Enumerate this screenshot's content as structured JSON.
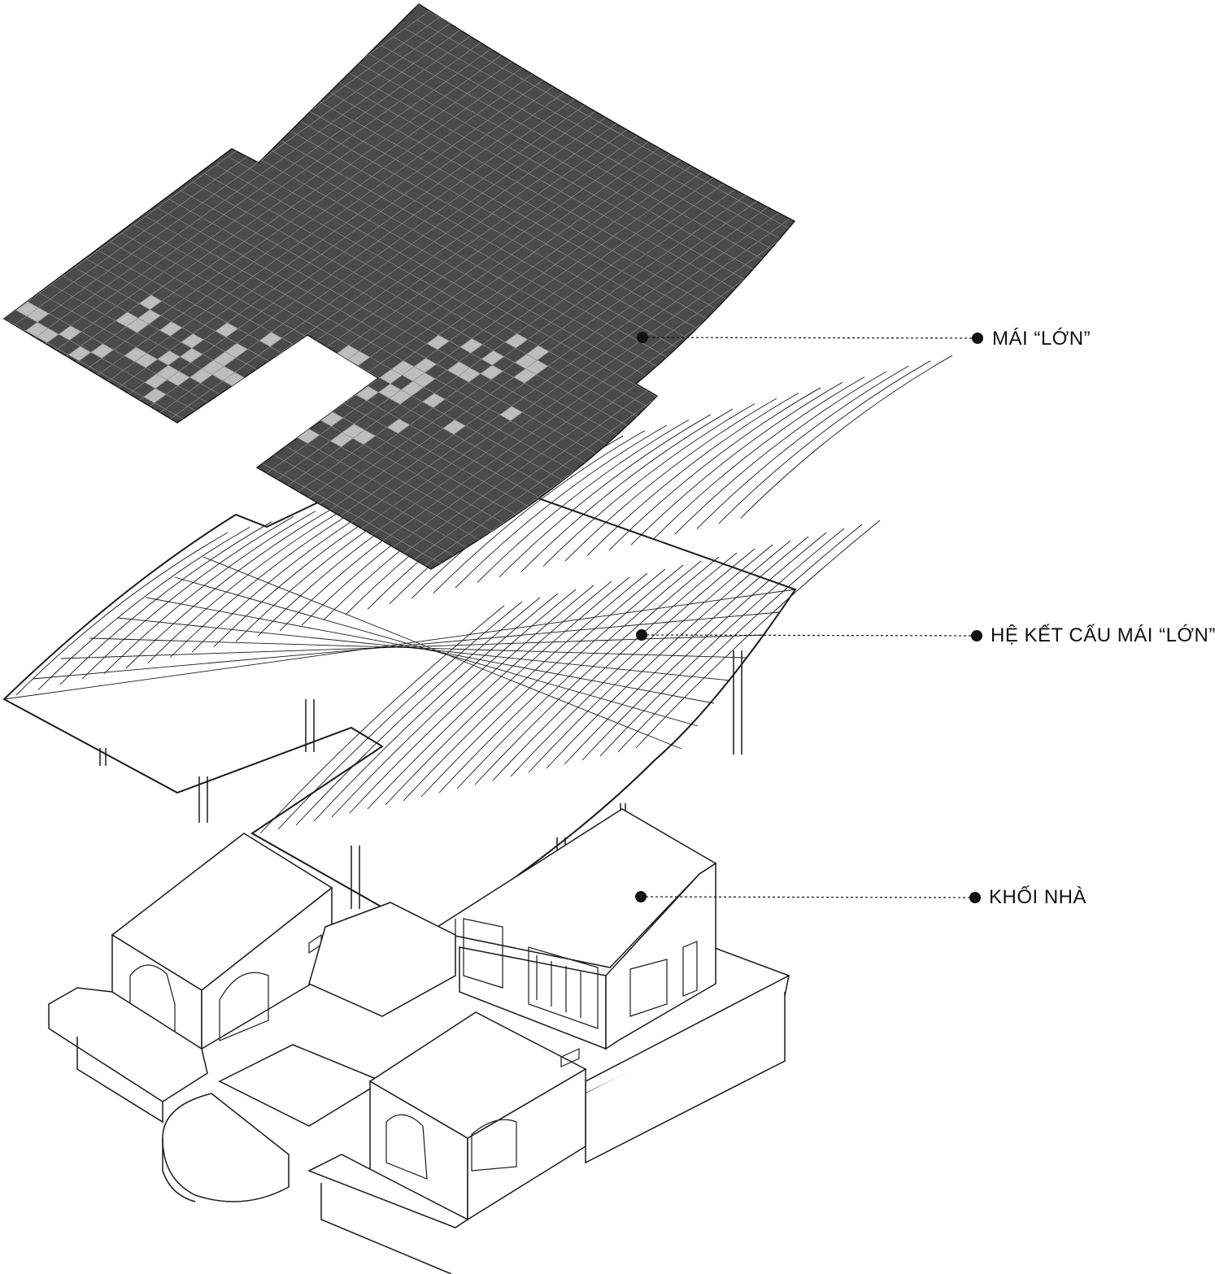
{
  "labels": {
    "roof": "MÁI “LỚN”",
    "structure": "HỆ KẾT CẤU MÁI “LỚN”",
    "house": "KHỐI NHÀ"
  },
  "colors": {
    "roof_fill": "#4a4a4a",
    "roof_grid": "#8a8a8a",
    "roof_light_tile": "#bdbdbd",
    "line": "#1a1a1a",
    "background": "#ffffff"
  }
}
